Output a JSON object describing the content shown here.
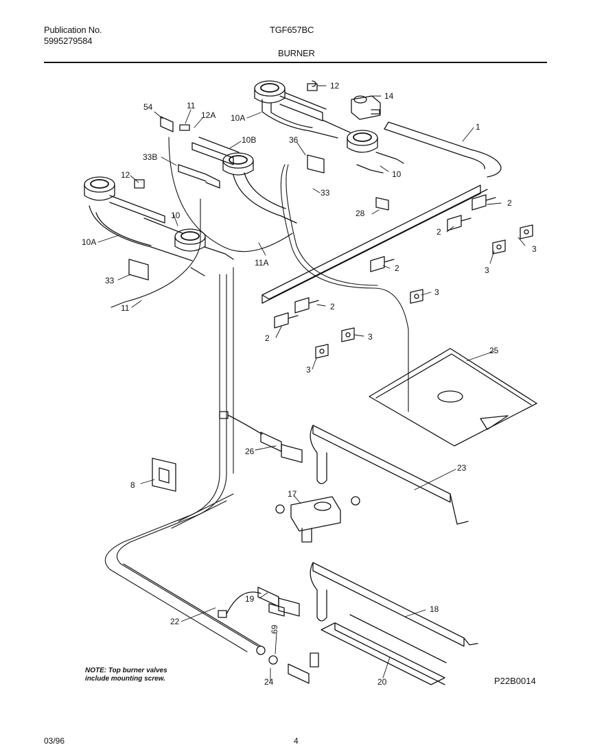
{
  "header": {
    "publication_label": "Publication No.",
    "publication_number": "5995279584",
    "model": "TGF657BC",
    "section": "BURNER"
  },
  "diagram": {
    "part_labels": [
      "54",
      "11",
      "12A",
      "10A",
      "12",
      "14",
      "1",
      "10B",
      "33B",
      "36",
      "10",
      "33",
      "28",
      "2",
      "12",
      "10",
      "10A",
      "2",
      "3",
      "2",
      "11A",
      "3",
      "33",
      "2",
      "3",
      "11",
      "2",
      "3",
      "3",
      "25",
      "26",
      "23",
      "8",
      "17",
      "19",
      "18",
      "22",
      "69",
      "24",
      "20"
    ]
  },
  "note": {
    "line1": "NOTE: Top burner valves",
    "line2": "include mounting screw."
  },
  "drawing_code": "P22B0014",
  "footer": {
    "date": "03/96",
    "page": "4"
  }
}
